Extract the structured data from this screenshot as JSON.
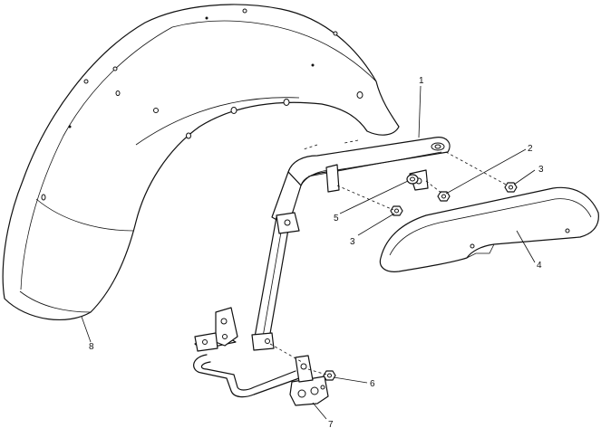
{
  "callouts": {
    "c1": "1",
    "c2": "2",
    "c3a": "3",
    "c3b": "3",
    "c4": "4",
    "c5": "5",
    "c6": "6",
    "c7": "7",
    "c8": "8"
  },
  "colors": {
    "line": "#111111",
    "background": "#ffffff"
  }
}
